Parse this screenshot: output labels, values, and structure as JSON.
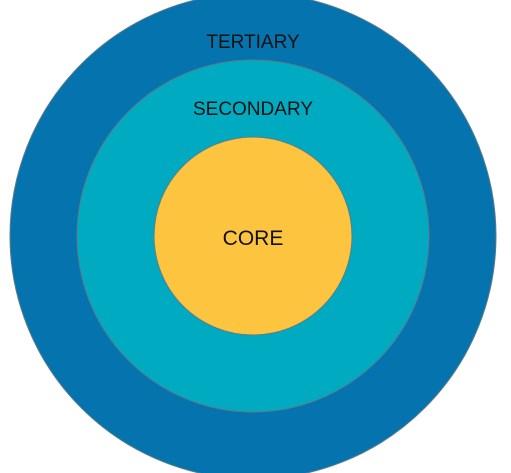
{
  "diagram": {
    "rings": [
      {
        "label": "TERTIARY",
        "color": "#0473AE"
      },
      {
        "label": "SECONDARY",
        "color": "#00ABC2"
      },
      {
        "label": "CORE",
        "color": "#FDC43F"
      }
    ],
    "stroke_color": "#5d7b8a"
  }
}
